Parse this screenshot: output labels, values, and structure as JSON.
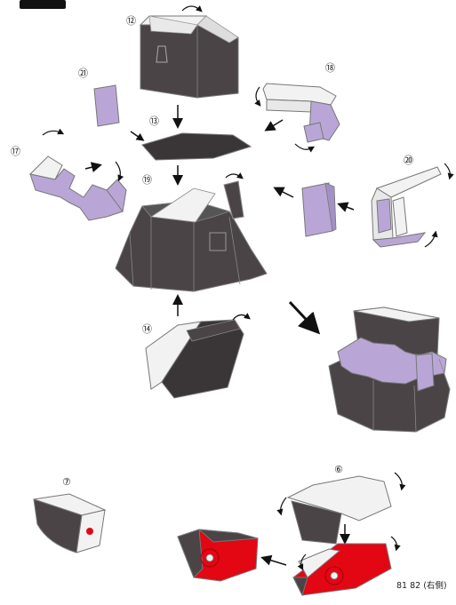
{
  "labels": {
    "p12": "⑫",
    "p13": "⑬",
    "p14": "⑭",
    "p17": "⑰",
    "p18": "⑱",
    "p19": "⑲",
    "p20": "⑳",
    "p21": "㉑",
    "p6": "⑥",
    "p7": "⑦"
  },
  "note": "81 82 (右側)",
  "colors": {
    "dark": "#4a4446",
    "lilac": "#b9a6d6",
    "red": "#e30613",
    "white": "#f2f2f2",
    "outline": "#777777",
    "arrow": "#111111"
  }
}
